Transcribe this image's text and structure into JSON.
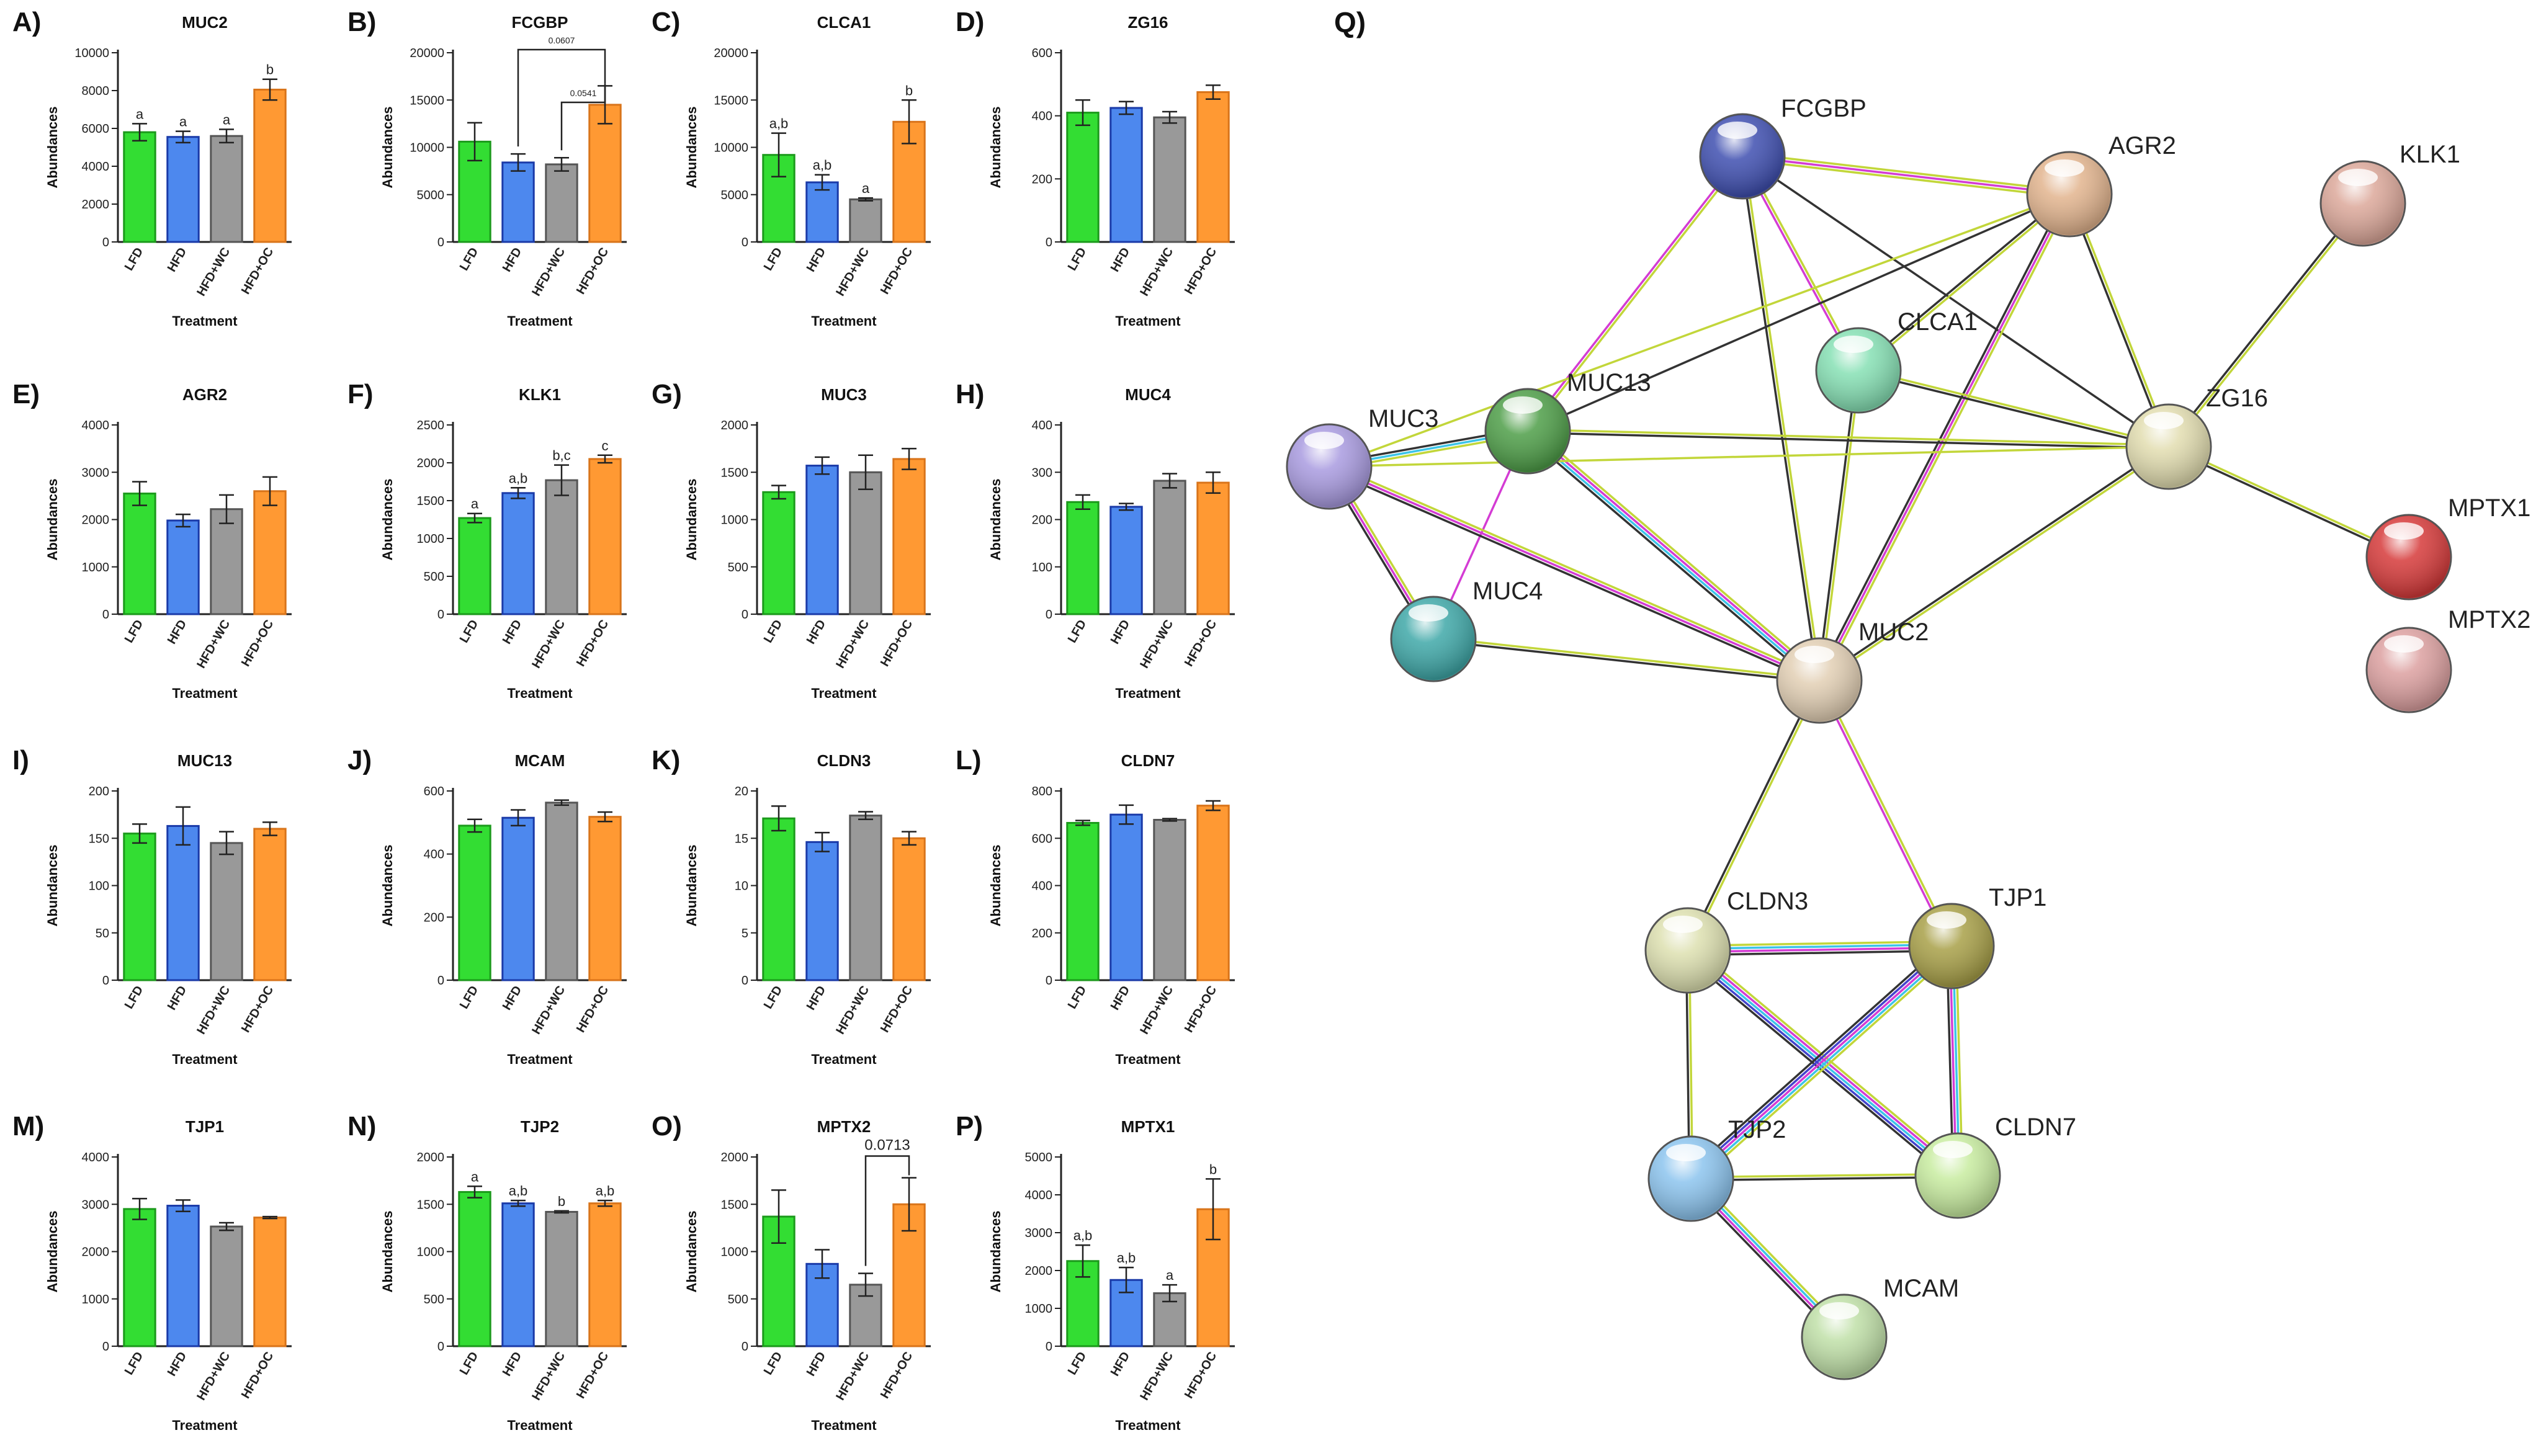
{
  "figure": {
    "network_panel_letter": "Q)",
    "network_nodes": [
      "FCGBP",
      "AGR2",
      "KLK1",
      "CLCA1",
      "MUC13",
      "MUC3",
      "ZG16",
      "MPTX1",
      "MPTX2",
      "MUC4",
      "MUC2",
      "CLDN3",
      "TJP1",
      "TJP2",
      "CLDN7",
      "MCAM"
    ],
    "colors": {
      "LFD": "#33dd33",
      "HFD": "#4d88ee",
      "HFD+WC": "#999999",
      "HFD+OC": "#ff9933"
    }
  },
  "chart_data": [
    {
      "type": "bar",
      "panel": "A)",
      "title": "MUC2",
      "xlabel": "Treatment",
      "ylabel": "Abundances",
      "categories": [
        "LFD",
        "HFD",
        "HFD+WC",
        "HFD+OC"
      ],
      "values": [
        5800,
        5550,
        5600,
        8050
      ],
      "errors": [
        450,
        300,
        350,
        550
      ],
      "ylim": [
        0,
        10000
      ],
      "yticks": [
        0,
        2000,
        4000,
        6000,
        8000,
        10000
      ],
      "letters": [
        "a",
        "a",
        "a",
        "b"
      ]
    },
    {
      "type": "bar",
      "panel": "B)",
      "title": "FCGBP",
      "xlabel": "Treatment",
      "ylabel": "Abundances",
      "categories": [
        "LFD",
        "HFD",
        "HFD+WC",
        "HFD+OC"
      ],
      "values": [
        10600,
        8400,
        8200,
        14500
      ],
      "errors": [
        2000,
        900,
        700,
        2000
      ],
      "ylim": [
        0,
        20000
      ],
      "yticks": [
        0,
        5000,
        10000,
        15000,
        20000
      ],
      "brackets": [
        {
          "from": 1,
          "to": 3,
          "label": "0.0607"
        },
        {
          "from": 2,
          "to": 3,
          "label": "0.0541"
        }
      ]
    },
    {
      "type": "bar",
      "panel": "C)",
      "title": "CLCA1",
      "xlabel": "Treatment",
      "ylabel": "Abundances",
      "categories": [
        "LFD",
        "HFD",
        "HFD+WC",
        "HFD+OC"
      ],
      "values": [
        9200,
        6300,
        4500,
        12700
      ],
      "errors": [
        2300,
        800,
        150,
        2300
      ],
      "ylim": [
        0,
        20000
      ],
      "yticks": [
        0,
        5000,
        10000,
        15000,
        20000
      ],
      "letters": [
        "a,b",
        "a,b",
        "a",
        "b"
      ]
    },
    {
      "type": "bar",
      "panel": "D)",
      "title": "ZG16",
      "xlabel": "Treatment",
      "ylabel": "Abundances",
      "categories": [
        "LFD",
        "HFD",
        "HFD+WC",
        "HFD+OC"
      ],
      "values": [
        410,
        425,
        395,
        475
      ],
      "errors": [
        40,
        20,
        18,
        22
      ],
      "ylim": [
        0,
        600
      ],
      "yticks": [
        0,
        200,
        400,
        600
      ]
    },
    {
      "type": "bar",
      "panel": "E)",
      "title": "AGR2",
      "xlabel": "Treatment",
      "ylabel": "Abundances",
      "categories": [
        "LFD",
        "HFD",
        "HFD+WC",
        "HFD+OC"
      ],
      "values": [
        2550,
        1980,
        2220,
        2600
      ],
      "errors": [
        250,
        130,
        300,
        300
      ],
      "ylim": [
        0,
        4000
      ],
      "yticks": [
        0,
        1000,
        2000,
        3000,
        4000
      ]
    },
    {
      "type": "bar",
      "panel": "F)",
      "title": "KLK1",
      "xlabel": "Treatment",
      "ylabel": "Abundances",
      "categories": [
        "LFD",
        "HFD",
        "HFD+WC",
        "HFD+OC"
      ],
      "values": [
        1270,
        1600,
        1770,
        2050
      ],
      "errors": [
        60,
        70,
        200,
        50
      ],
      "ylim": [
        0,
        2500
      ],
      "yticks": [
        0,
        500,
        1000,
        1500,
        2000,
        2500
      ],
      "letters": [
        "a",
        "a,b",
        "b,c",
        "c"
      ]
    },
    {
      "type": "bar",
      "panel": "G)",
      "title": "MUC3",
      "xlabel": "Treatment",
      "ylabel": "Abundances",
      "categories": [
        "LFD",
        "HFD",
        "HFD+WC",
        "HFD+OC"
      ],
      "values": [
        1290,
        1570,
        1500,
        1640
      ],
      "errors": [
        70,
        90,
        180,
        110
      ],
      "ylim": [
        0,
        2000
      ],
      "yticks": [
        0,
        500,
        1000,
        1500,
        2000
      ]
    },
    {
      "type": "bar",
      "panel": "H)",
      "title": "MUC4",
      "xlabel": "Treatment",
      "ylabel": "Abundances",
      "categories": [
        "LFD",
        "HFD",
        "HFD+WC",
        "HFD+OC"
      ],
      "values": [
        237,
        227,
        282,
        278
      ],
      "errors": [
        15,
        7,
        15,
        22
      ],
      "ylim": [
        0,
        400
      ],
      "yticks": [
        0,
        100,
        200,
        300,
        400
      ]
    },
    {
      "type": "bar",
      "panel": "I)",
      "title": "MUC13",
      "xlabel": "Treatment",
      "ylabel": "Abundances",
      "categories": [
        "LFD",
        "HFD",
        "HFD+WC",
        "HFD+OC"
      ],
      "values": [
        155,
        163,
        145,
        160
      ],
      "errors": [
        10,
        20,
        12,
        7
      ],
      "ylim": [
        0,
        200
      ],
      "yticks": [
        0,
        50,
        100,
        150,
        200
      ]
    },
    {
      "type": "bar",
      "panel": "J)",
      "title": "MCAM",
      "xlabel": "Treatment",
      "ylabel": "Abundances",
      "categories": [
        "LFD",
        "HFD",
        "HFD+WC",
        "HFD+OC"
      ],
      "values": [
        490,
        515,
        563,
        518
      ],
      "errors": [
        20,
        25,
        8,
        15
      ],
      "ylim": [
        0,
        600
      ],
      "yticks": [
        0,
        200,
        400,
        600
      ]
    },
    {
      "type": "bar",
      "panel": "K)",
      "title": "CLDN3",
      "xlabel": "Treatment",
      "ylabel": "Abundances",
      "categories": [
        "LFD",
        "HFD",
        "HFD+WC",
        "HFD+OC"
      ],
      "values": [
        17.1,
        14.6,
        17.4,
        15.0
      ],
      "errors": [
        1.3,
        1.0,
        0.4,
        0.7
      ],
      "ylim": [
        0,
        20
      ],
      "yticks": [
        0,
        5,
        10,
        15,
        20
      ]
    },
    {
      "type": "bar",
      "panel": "L)",
      "title": "CLDN7",
      "xlabel": "Treatment",
      "ylabel": "Abundances",
      "categories": [
        "LFD",
        "HFD",
        "HFD+WC",
        "HFD+OC"
      ],
      "values": [
        665,
        700,
        678,
        738
      ],
      "errors": [
        10,
        40,
        5,
        20
      ],
      "ylim": [
        0,
        800
      ],
      "yticks": [
        0,
        200,
        400,
        600,
        800
      ]
    },
    {
      "type": "bar",
      "panel": "M)",
      "title": "TJP1",
      "xlabel": "Treatment",
      "ylabel": "Abundances",
      "categories": [
        "LFD",
        "HFD",
        "HFD+WC",
        "HFD+OC"
      ],
      "values": [
        2900,
        2970,
        2530,
        2720
      ],
      "errors": [
        220,
        120,
        80,
        20
      ],
      "ylim": [
        0,
        4000
      ],
      "yticks": [
        0,
        1000,
        2000,
        3000,
        4000
      ]
    },
    {
      "type": "bar",
      "panel": "N)",
      "title": "TJP2",
      "xlabel": "Treatment",
      "ylabel": "Abundances",
      "categories": [
        "LFD",
        "HFD",
        "HFD+WC",
        "HFD+OC"
      ],
      "values": [
        1630,
        1510,
        1420,
        1510
      ],
      "errors": [
        60,
        30,
        10,
        30
      ],
      "ylim": [
        0,
        2000
      ],
      "yticks": [
        0,
        500,
        1000,
        1500,
        2000
      ],
      "letters": [
        "a",
        "a,b",
        "b",
        "a,b"
      ]
    },
    {
      "type": "bar",
      "panel": "O)",
      "title": "MPTX2",
      "xlabel": "Treatment",
      "ylabel": "Abundances",
      "categories": [
        "LFD",
        "HFD",
        "HFD+WC",
        "HFD+OC"
      ],
      "values": [
        1370,
        870,
        650,
        1500
      ],
      "errors": [
        280,
        150,
        120,
        280
      ],
      "ylim": [
        0,
        2000
      ],
      "yticks": [
        0,
        500,
        1000,
        1500,
        2000
      ],
      "brackets": [
        {
          "from": 2,
          "to": 3,
          "label": "0.0713"
        }
      ]
    },
    {
      "type": "bar",
      "panel": "P)",
      "title": "MPTX1",
      "xlabel": "Treatment",
      "ylabel": "Abundances",
      "categories": [
        "LFD",
        "HFD",
        "HFD+WC",
        "HFD+OC"
      ],
      "values": [
        2250,
        1750,
        1400,
        3620
      ],
      "errors": [
        420,
        330,
        220,
        800
      ],
      "ylim": [
        0,
        5000
      ],
      "yticks": [
        0,
        1000,
        2000,
        3000,
        4000,
        5000
      ],
      "letters": [
        "a,b",
        "a,b",
        "a",
        "b"
      ]
    }
  ]
}
